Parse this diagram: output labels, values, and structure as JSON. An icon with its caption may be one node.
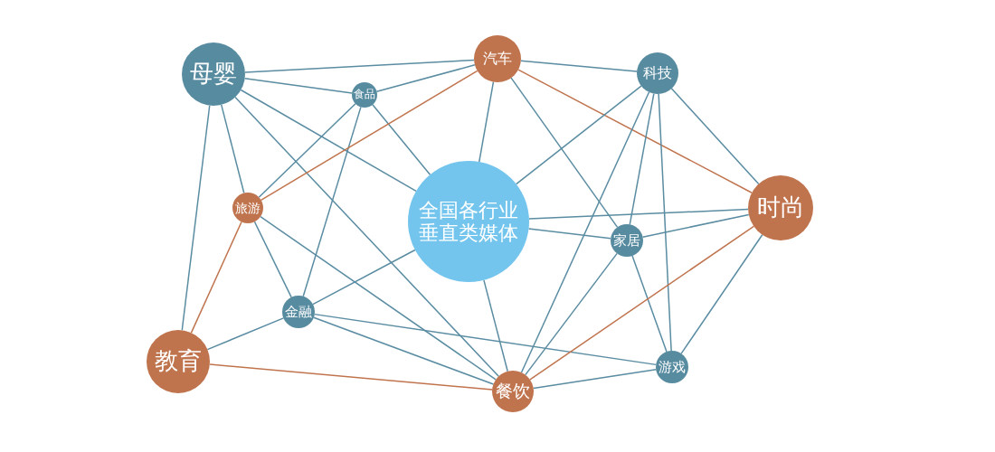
{
  "diagram": {
    "nodes": [
      {
        "text": [
          "母婴"
        ]
      },
      {
        "text": [
          "汽车"
        ]
      },
      {
        "text": [
          "科技"
        ]
      },
      {
        "text": [
          "食品"
        ]
      },
      {
        "text": [
          "旅游"
        ]
      },
      {
        "text": [
          "全国各行业垂直类媒体"
        ]
      },
      {
        "text": [
          "时尚"
        ]
      },
      {
        "text": [
          "家居"
        ]
      },
      {
        "text": [
          "金融"
        ]
      },
      {
        "text": [
          "教育"
        ]
      },
      {
        "text": [
          "游戏"
        ]
      },
      {
        "text": [
          "餐饮"
        ]
      }
    ],
    "edges": [
      {
        "from": 0,
        "to": 1,
        "arrow": "none"
      },
      {
        "from": 0,
        "to": 3,
        "arrow": "none"
      },
      {
        "from": 0,
        "to": 5,
        "arrow": "none"
      },
      {
        "from": 0,
        "to": 4,
        "arrow": "none"
      },
      {
        "from": 0,
        "to": 9,
        "arrow": "none"
      },
      {
        "from": 0,
        "to": 11,
        "arrow": "none"
      },
      {
        "from": 3,
        "to": 1,
        "arrow": "none"
      },
      {
        "from": 3,
        "to": 5,
        "arrow": "none"
      },
      {
        "from": 3,
        "to": 4,
        "arrow": "none"
      },
      {
        "from": 3,
        "to": 8,
        "arrow": "none"
      },
      {
        "from": 1,
        "to": 2,
        "arrow": "none"
      },
      {
        "from": 1,
        "to": 5,
        "arrow": "none"
      },
      {
        "from": 1,
        "to": 4,
        "arrow": "none",
        "color": "#c0744e"
      },
      {
        "from": 1,
        "to": 6,
        "arrow": "none",
        "color": "#c0744e"
      },
      {
        "from": 1,
        "to": 7,
        "arrow": "none"
      },
      {
        "from": 2,
        "to": 5,
        "arrow": "none"
      },
      {
        "from": 2,
        "to": 6,
        "arrow": "none"
      },
      {
        "from": 2,
        "to": 7,
        "arrow": "none"
      },
      {
        "from": 2,
        "to": 10,
        "arrow": "none"
      },
      {
        "from": 2,
        "to": 11,
        "arrow": "none"
      },
      {
        "from": 5,
        "to": 6,
        "arrow": "none"
      },
      {
        "from": 5,
        "to": 7,
        "arrow": "none"
      },
      {
        "from": 5,
        "to": 8,
        "arrow": "none"
      },
      {
        "from": 5,
        "to": 11,
        "arrow": "none"
      },
      {
        "from": 4,
        "to": 9,
        "arrow": "none",
        "color": "#c0744e"
      },
      {
        "from": 4,
        "to": 8,
        "arrow": "none"
      },
      {
        "from": 4,
        "to": 11,
        "arrow": "none"
      },
      {
        "from": 8,
        "to": 9,
        "arrow": "none"
      },
      {
        "from": 8,
        "to": 11,
        "arrow": "none"
      },
      {
        "from": 8,
        "to": 10,
        "arrow": "none"
      },
      {
        "from": 9,
        "to": 11,
        "arrow": "none",
        "color": "#c0744e"
      },
      {
        "from": 7,
        "to": 6,
        "arrow": "none"
      },
      {
        "from": 7,
        "to": 10,
        "arrow": "none"
      },
      {
        "from": 7,
        "to": 11,
        "arrow": "none"
      },
      {
        "from": 6,
        "to": 10,
        "arrow": "none"
      },
      {
        "from": 6,
        "to": 11,
        "arrow": "none",
        "color": "#c0744e"
      },
      {
        "from": 10,
        "to": 11,
        "arrow": "none"
      }
    ]
  }
}
